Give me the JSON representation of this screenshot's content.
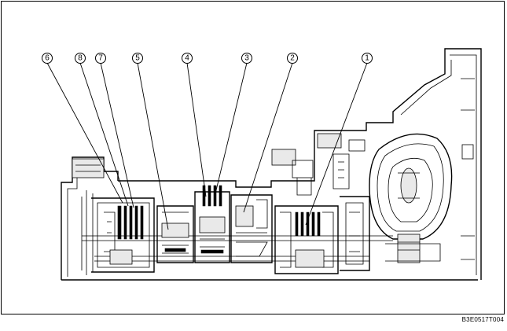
{
  "figure": {
    "id_label": "B3E0517T004"
  },
  "callouts": [
    {
      "key": "c1",
      "label": "1"
    },
    {
      "key": "c2",
      "label": "2"
    },
    {
      "key": "c3",
      "label": "3"
    },
    {
      "key": "c4",
      "label": "4"
    },
    {
      "key": "c5",
      "label": "5"
    },
    {
      "key": "c6",
      "label": "6"
    },
    {
      "key": "c7",
      "label": "7"
    },
    {
      "key": "c8",
      "label": "8"
    }
  ]
}
